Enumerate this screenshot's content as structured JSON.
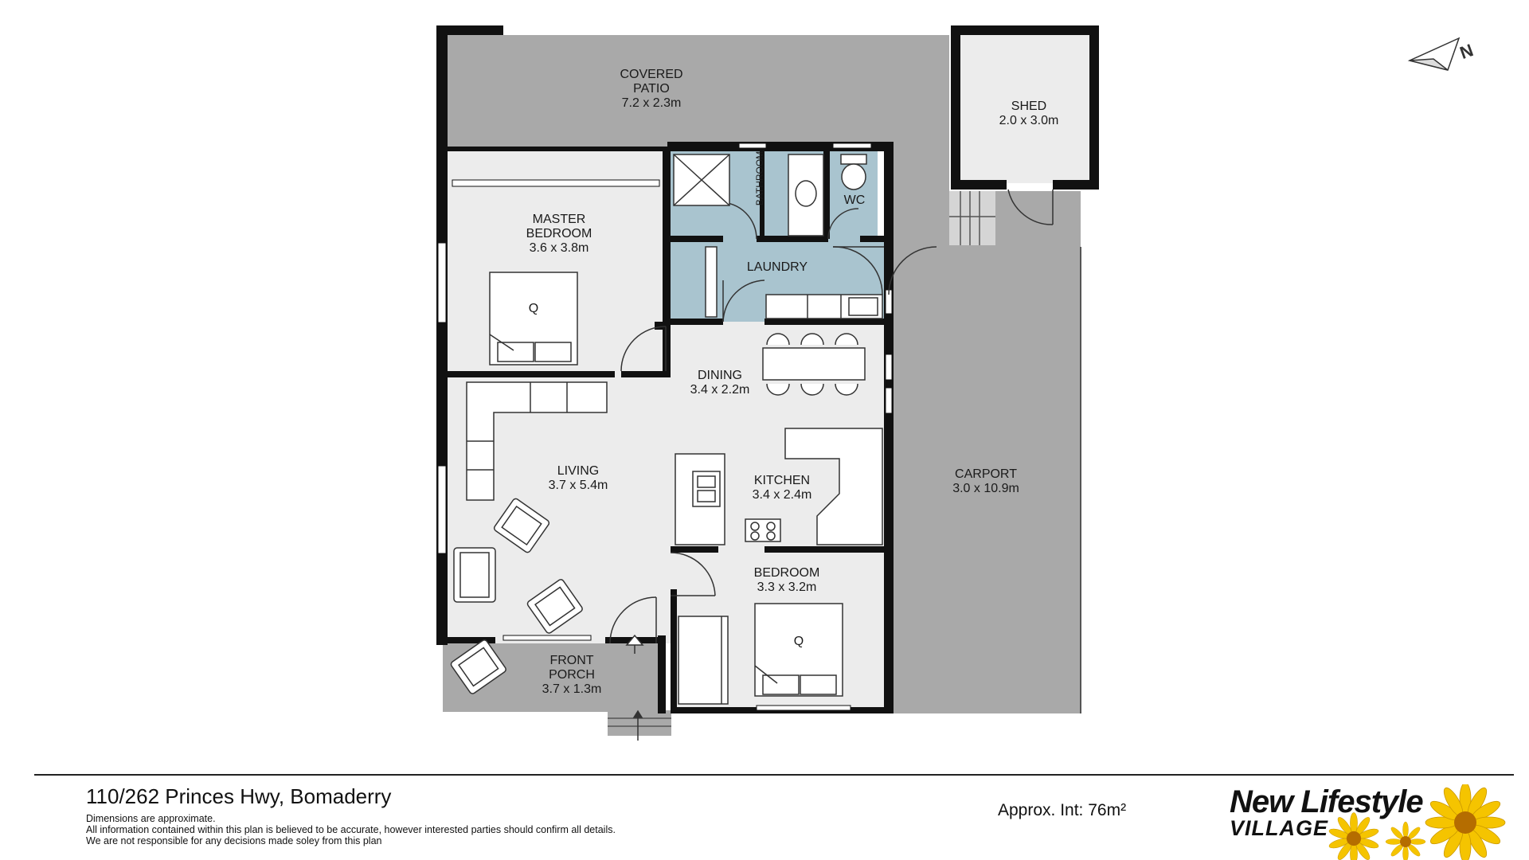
{
  "colors": {
    "wall": "#111111",
    "floor": "#ececec",
    "outdoor": "#a9a9a9",
    "wet": "#a9c4cf",
    "furniture_stroke": "#333333"
  },
  "rooms": {
    "covered_patio": {
      "name_1": "COVERED",
      "name_2": "PATIO",
      "dims": "7.2 x 2.3m"
    },
    "shed": {
      "name": "SHED",
      "dims": "2.0 x 3.0m"
    },
    "bathroom": {
      "name": "BATHROOM"
    },
    "wc": {
      "name": "WC"
    },
    "laundry": {
      "name": "LAUNDRY"
    },
    "master_bedroom": {
      "name_1": "MASTER",
      "name_2": "BEDROOM",
      "dims": "3.6 x 3.8m",
      "bed": "Q"
    },
    "dining": {
      "name": "DINING",
      "dims": "3.4 x 2.2m"
    },
    "living": {
      "name": "LIVING",
      "dims": "3.7 x 5.4m"
    },
    "kitchen": {
      "name": "KITCHEN",
      "dims": "3.4 x 2.4m"
    },
    "bedroom": {
      "name": "BEDROOM",
      "dims": "3.3 x 3.2m",
      "bed": "Q"
    },
    "front_porch": {
      "name_1": "FRONT",
      "name_2": "PORCH",
      "dims": "3.7 x 1.3m"
    },
    "carport": {
      "name": "CARPORT",
      "dims": "3.0 x 10.9m"
    }
  },
  "compass": {
    "letter": "N"
  },
  "footer": {
    "address": "110/262 Princes Hwy, Bomaderry",
    "disclaimer": [
      "Dimensions are approximate.",
      "All information contained within this plan is believed to be accurate, however interested parties should confirm all details.",
      "We are not responsible for any decisions made soley from this plan"
    ],
    "area": "Approx. Int: 76m²",
    "logo_line_1": "New Lifestyle",
    "logo_line_2": "VILLAGE"
  }
}
